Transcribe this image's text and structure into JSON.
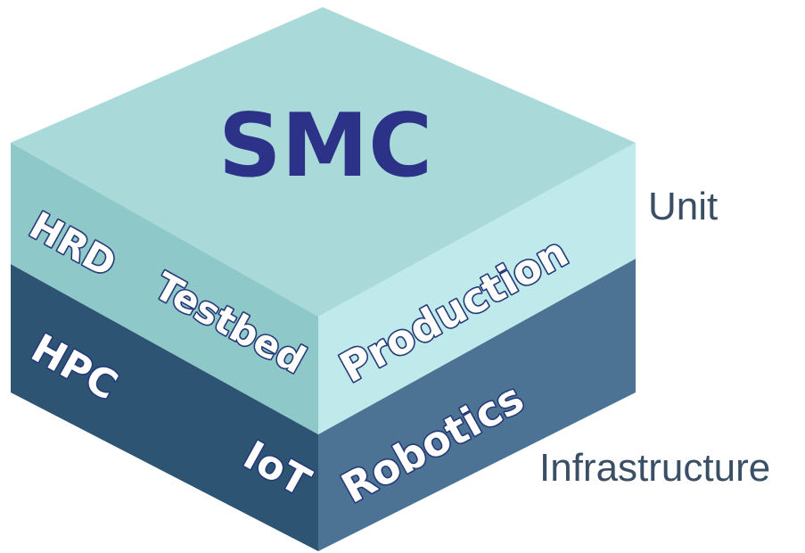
{
  "title": "SMC",
  "unit_layer": {
    "label": "Unit",
    "items": [
      "HRD",
      "Testbed",
      "Production"
    ]
  },
  "infrastructure_layer": {
    "label": "Infrastructure",
    "items": [
      "HPC",
      "IoT",
      "Robotics"
    ]
  },
  "colors": {
    "top_face": "#a9d9d8",
    "upper_left_face": "#8fc8c8",
    "upper_right_face": "#bfe9ea",
    "lower_left_face": "#2d5473",
    "lower_right_face": "#4c7393",
    "title": "#2b3288",
    "label": "#3a4f66"
  }
}
